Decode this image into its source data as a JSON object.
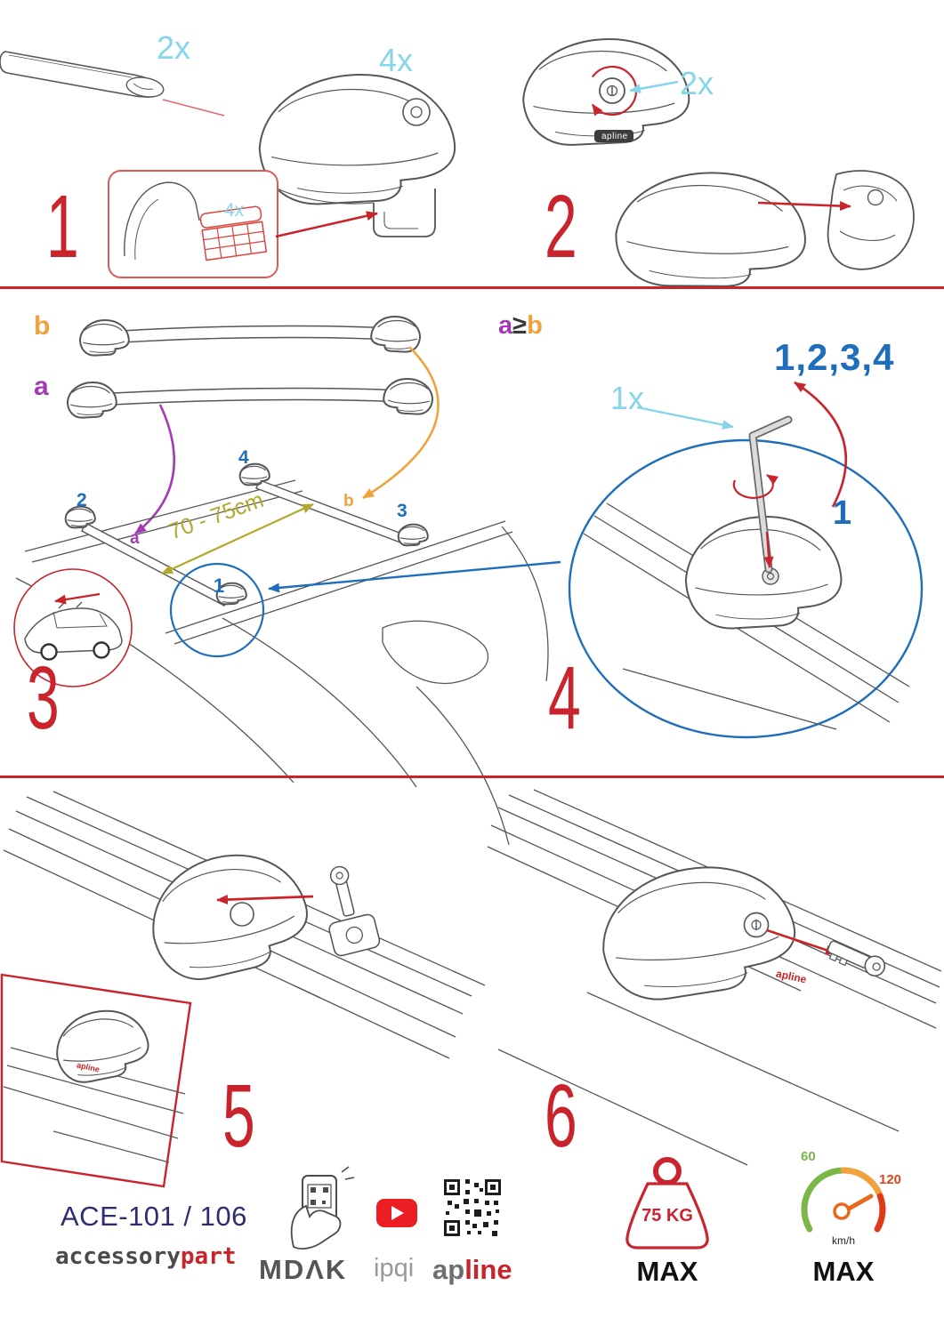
{
  "steps": {
    "s1": {
      "number": "1",
      "bar_qty": "2x",
      "foot_qty": "4x",
      "pad_qty": "4x"
    },
    "s2": {
      "number": "2",
      "lock_qty": "2x",
      "brand_stamp": "apline"
    },
    "s3": {
      "number": "3",
      "bar_b_label": "b",
      "bar_a_label": "a",
      "distance": "70 - 75cm",
      "foot_marks": {
        "front_left": "2",
        "rear_left": "4",
        "front_right": "1",
        "rear_right": "3"
      },
      "bar_marks": {
        "a": "a",
        "b": "b"
      }
    },
    "s4": {
      "number": "4",
      "rule": {
        "a": "a",
        "op": "≥",
        "b": "b"
      },
      "tool_qty": "1x",
      "sequence": "1,2,3,4",
      "first": "1"
    },
    "s5": {
      "number": "5",
      "brand_stamp": "apline"
    },
    "s6": {
      "number": "6",
      "brand_stamp": "apline"
    }
  },
  "footer": {
    "model": "ACE-101 / 106",
    "brand": {
      "gray": "accessory",
      "red": "part"
    },
    "partners": {
      "mdak": "MDΛK",
      "ipqi": "ipqi",
      "apline_gray": "ap",
      "apline_red": "line"
    },
    "load_limit": {
      "value": "75 KG",
      "label": "MAX"
    },
    "speed_limit": {
      "low": "60",
      "high": "120",
      "unit": "km/h",
      "label": "MAX"
    }
  },
  "colors": {
    "red": "#c9242b",
    "cyan": "#85d6ea",
    "blue": "#1e6ebc",
    "purple": "#a43bb5",
    "orange": "#f0a23c",
    "olive": "#b0a92b",
    "navy": "#2e2d72",
    "gray": "#55565a",
    "green": "#7ab648"
  }
}
